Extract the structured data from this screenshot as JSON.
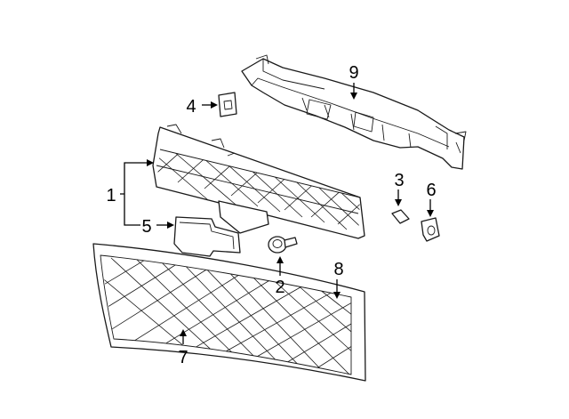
{
  "diagram": {
    "background": "#ffffff",
    "line_color": "#1a1a1a",
    "callouts": [
      {
        "id": "1",
        "label": "1"
      },
      {
        "id": "2",
        "label": "2"
      },
      {
        "id": "3",
        "label": "3"
      },
      {
        "id": "4",
        "label": "4"
      },
      {
        "id": "5",
        "label": "5"
      },
      {
        "id": "6",
        "label": "6"
      },
      {
        "id": "7",
        "label": "7"
      },
      {
        "id": "8",
        "label": "8"
      },
      {
        "id": "9",
        "label": "9"
      }
    ]
  }
}
